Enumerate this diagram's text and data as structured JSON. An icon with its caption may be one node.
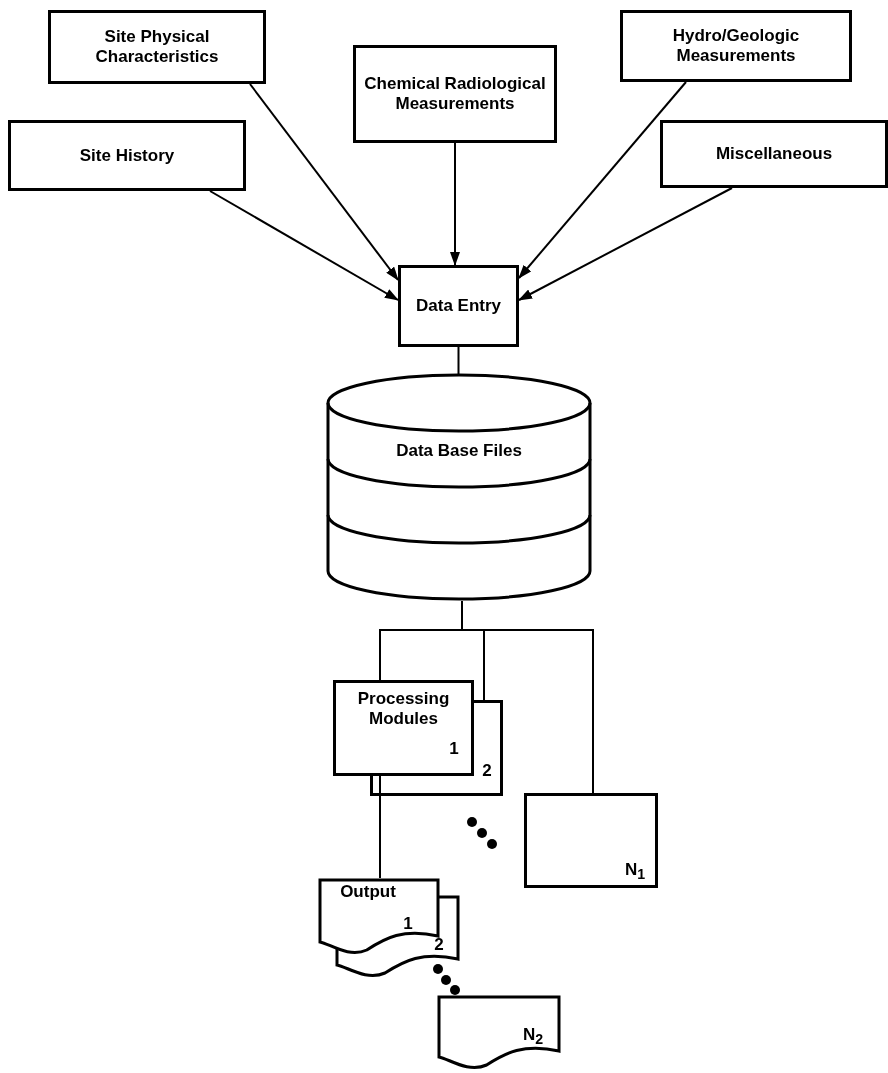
{
  "diagram": {
    "nodes": [
      {
        "text": [
          "Site Physical Characteristics"
        ]
      },
      {
        "text": [
          "Chemical Radiological Measurements"
        ]
      },
      {
        "text": [
          "Hydro/Geologic Measurements"
        ]
      },
      {
        "text": [
          "Site History"
        ]
      },
      {
        "text": [
          "Miscellaneous"
        ]
      },
      {
        "text": [
          "Data Entry"
        ]
      },
      {
        "text": [
          "Data Base Files"
        ]
      },
      {
        "text": [
          "2"
        ]
      },
      {
        "text": [
          "Processing Modules",
          "1"
        ]
      },
      {
        "text": [
          "N$_{1}$"
        ]
      },
      {
        "text": [
          "2"
        ]
      },
      {
        "text": [
          "Output",
          "1"
        ]
      },
      {
        "text": [
          "N$_{2}$"
        ]
      }
    ],
    "edges": [
      {
        "from": 0,
        "to": 5,
        "arrow": "to"
      },
      {
        "from": 1,
        "to": 5,
        "arrow": "to"
      },
      {
        "from": 2,
        "to": 5,
        "arrow": "to"
      },
      {
        "from": 3,
        "to": 5,
        "arrow": "to"
      },
      {
        "from": 4,
        "to": 5,
        "arrow": "to"
      },
      {
        "from": 5,
        "to": 6,
        "arrow": "none"
      },
      {
        "from": 6,
        "to": 8,
        "arrow": "none"
      },
      {
        "from": 6,
        "to": 7,
        "arrow": "none"
      },
      {
        "from": 6,
        "to": 9,
        "arrow": "none"
      },
      {
        "from": 8,
        "to": 11,
        "arrow": "none"
      }
    ]
  }
}
